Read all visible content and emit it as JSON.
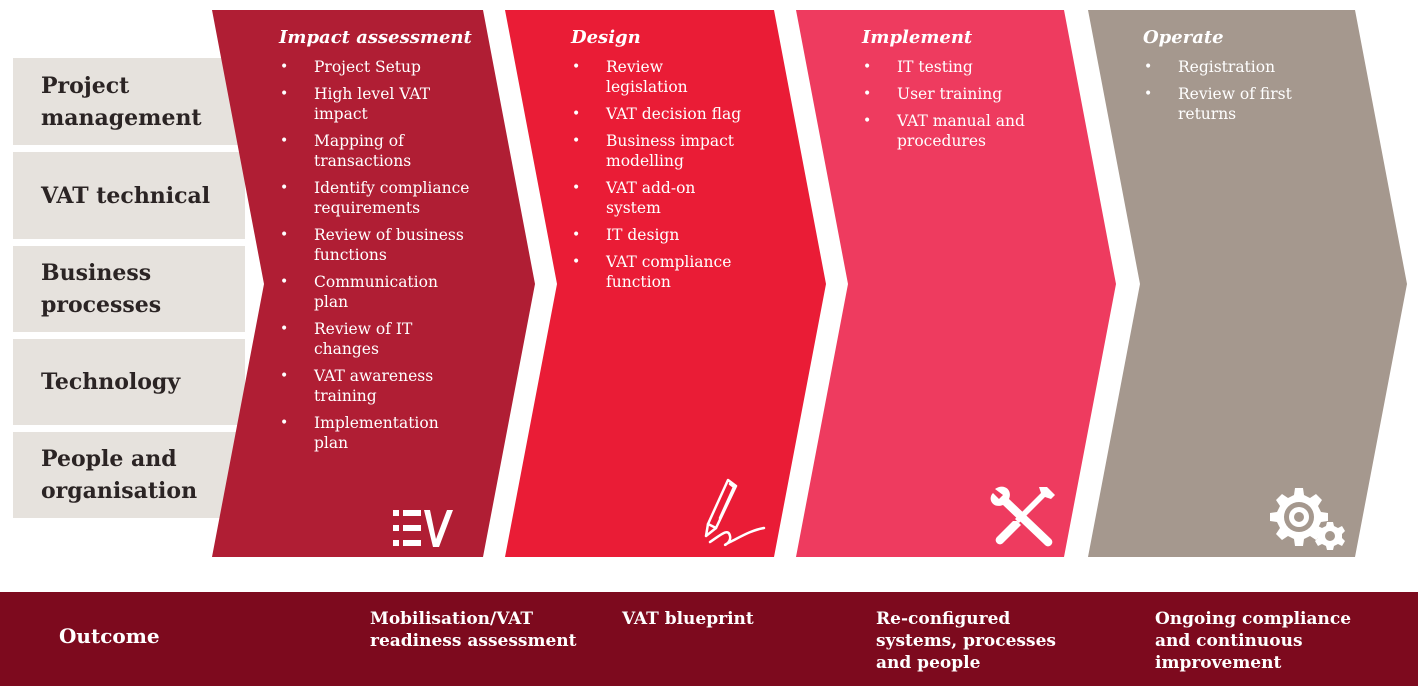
{
  "rows": [
    {
      "label": "Project management"
    },
    {
      "label": "VAT technical"
    },
    {
      "label": "Business processes"
    },
    {
      "label": "Technology"
    },
    {
      "label": "People and organisation"
    }
  ],
  "phases": [
    {
      "title": "Impact assessment",
      "color": "#b01e34",
      "icon": "checklist-icon",
      "items": [
        "Project Setup",
        "High level VAT impact",
        "Mapping of transactions",
        "Identify compliance requirements",
        "Review of business functions",
        "Communication plan",
        "Review of IT changes",
        "VAT awareness training",
        "Implementation plan"
      ]
    },
    {
      "title": "Design",
      "color": "#ea1c36",
      "icon": "pen-signature-icon",
      "items": [
        "Review legislation",
        "VAT decision flag",
        "Business impact modelling",
        "VAT add-on system",
        "IT design",
        "VAT compliance function"
      ]
    },
    {
      "title": "Implement",
      "color": "#ee3b5f",
      "icon": "wrench-screwdriver-icon",
      "items": [
        "IT testing",
        "User training",
        "VAT manual and procedures"
      ]
    },
    {
      "title": "Operate",
      "color": "#a5988e",
      "icon": "gears-icon",
      "items": [
        "Registration",
        "Review of first returns"
      ]
    }
  ],
  "outcome": {
    "label": "Outcome",
    "items": [
      "Mobilisation/VAT readiness assessment",
      "VAT blueprint",
      "Re-configured systems, processes and people",
      "Ongoing compliance and continuous improvement"
    ]
  },
  "colors": {
    "row_bg": "#e6e2dd",
    "row_text": "#2b2424",
    "outcome_bg": "#7d0a1e"
  }
}
